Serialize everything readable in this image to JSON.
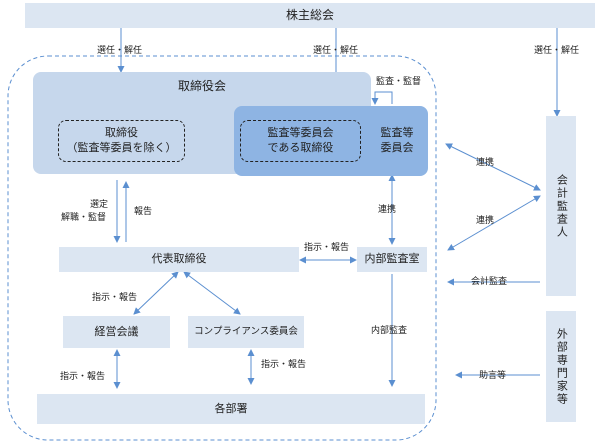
{
  "shareholders_meeting": "株主総会",
  "board": "取締役会",
  "directors": "取締役\n（監査等委員を除く）",
  "audit_committee_directors": "監査等委員会\nである取締役",
  "audit_committee": "監査等\n委員会",
  "representative_director": "代表取締役",
  "internal_audit_office": "内部監査室",
  "management_meeting": "経営会議",
  "compliance_committee": "コンプライアンス委員会",
  "departments": "各部署",
  "accounting_auditor": "会計監査人",
  "external_experts": "外部専門家等",
  "labels": {
    "appoint_dismiss_1": "選任・解任",
    "appoint_dismiss_2": "選任・解任",
    "appoint_dismiss_3": "選任・解任",
    "audit_supervision": "監査・監督",
    "appoint_oversee_a": "選定",
    "appoint_oversee_b": "解職・監督",
    "report_1": "報告",
    "coordination_1": "連携",
    "coordination_2": "連携",
    "coordination_3": "連携",
    "instruct_report_1": "指示・報告",
    "instruct_report_2": "指示・報告",
    "instruct_report_3": "指示・報告",
    "instruct_report_4": "指示・報告",
    "internal_audit": "内部監査",
    "accounting_audit": "会計監査",
    "advice": "助言等"
  }
}
